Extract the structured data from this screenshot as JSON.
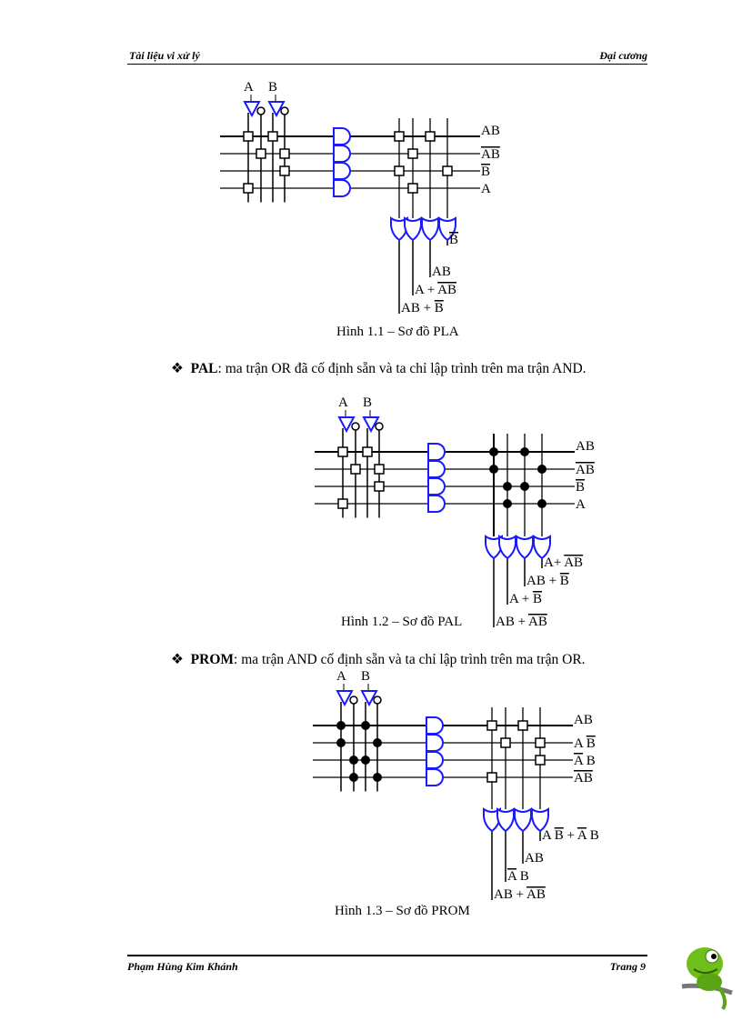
{
  "header": {
    "left": "Tài liệu vi xử lý",
    "right": "Đại cương"
  },
  "footer": {
    "left": "Phạm Hùng Kim Khánh",
    "right": "Trang 9"
  },
  "colors": {
    "gate": "#1a1aff",
    "wire": "#000000"
  },
  "paragraphs": [
    {
      "bullet": "❖",
      "term": "PAL",
      "text": ": ma trận OR đã cố định sẵn và ta chỉ lập trình trên ma trận AND."
    },
    {
      "bullet": "❖",
      "term": "PROM",
      "text": ": ma trận AND cố định sẵn và ta chỉ lập trình trên ma trận OR."
    }
  ],
  "figures": [
    {
      "caption": "Hình 1.1 – Sơ đồ PLA",
      "inputs": [
        "A",
        "B"
      ],
      "and_mark": "square",
      "or_mark": "square",
      "and_connections": [
        [
          1,
          0,
          1,
          0
        ],
        [
          0,
          1,
          0,
          1
        ],
        [
          0,
          0,
          0,
          1
        ],
        [
          1,
          0,
          0,
          0
        ]
      ],
      "or_connections": [
        [
          1,
          0,
          1,
          0
        ],
        [
          0,
          1,
          0,
          0
        ],
        [
          1,
          0,
          0,
          1
        ],
        [
          0,
          1,
          0,
          0
        ]
      ],
      "row_labels": [
        [
          {
            "t": "AB",
            "o": false
          }
        ],
        [
          {
            "t": "AB",
            "o": true
          }
        ],
        [
          {
            "t": "B",
            "o": true
          }
        ],
        [
          {
            "t": "A",
            "o": false
          }
        ]
      ],
      "output_labels": [
        [
          {
            "t": "AB + ",
            "o": false
          },
          {
            "t": "B",
            "o": true
          }
        ],
        [
          {
            "t": "A + ",
            "o": false
          },
          {
            "t": "AB",
            "o": true
          }
        ],
        [
          {
            "t": "AB",
            "o": false
          }
        ],
        [
          {
            "t": "B",
            "o": true
          }
        ]
      ]
    },
    {
      "caption": "Hình 1.2 – Sơ đồ PAL",
      "inputs": [
        "A",
        "B"
      ],
      "and_mark": "square",
      "or_mark": "dot",
      "and_connections": [
        [
          1,
          0,
          1,
          0
        ],
        [
          0,
          1,
          0,
          1
        ],
        [
          0,
          0,
          0,
          1
        ],
        [
          1,
          0,
          0,
          0
        ]
      ],
      "or_connections": [
        [
          1,
          0,
          1,
          0
        ],
        [
          1,
          0,
          0,
          1
        ],
        [
          0,
          1,
          1,
          0
        ],
        [
          0,
          1,
          0,
          1
        ]
      ],
      "row_labels": [
        [
          {
            "t": "AB",
            "o": false
          }
        ],
        [
          {
            "t": "AB",
            "o": true
          }
        ],
        [
          {
            "t": "B",
            "o": true
          }
        ],
        [
          {
            "t": "A",
            "o": false
          }
        ]
      ],
      "output_labels": [
        [
          {
            "t": "AB + ",
            "o": false
          },
          {
            "t": "AB",
            "o": true
          }
        ],
        [
          {
            "t": "A + ",
            "o": false
          },
          {
            "t": "B",
            "o": true
          }
        ],
        [
          {
            "t": "AB + ",
            "o": false
          },
          {
            "t": "B",
            "o": true
          }
        ],
        [
          {
            "t": "A+ ",
            "o": false
          },
          {
            "t": "AB",
            "o": true
          }
        ]
      ]
    },
    {
      "caption": "Hình 1.3 – Sơ đồ PROM",
      "inputs": [
        "A",
        "B"
      ],
      "and_mark": "dot",
      "or_mark": "square",
      "and_connections": [
        [
          1,
          0,
          1,
          0
        ],
        [
          1,
          0,
          0,
          1
        ],
        [
          0,
          1,
          1,
          0
        ],
        [
          0,
          1,
          0,
          1
        ]
      ],
      "or_connections": [
        [
          1,
          0,
          1,
          0
        ],
        [
          0,
          1,
          0,
          1
        ],
        [
          0,
          0,
          0,
          1
        ],
        [
          1,
          0,
          0,
          0
        ]
      ],
      "row_labels": [
        [
          {
            "t": "AB",
            "o": false
          }
        ],
        [
          {
            "t": "A ",
            "o": false
          },
          {
            "t": "B",
            "o": true
          }
        ],
        [
          {
            "t": "A",
            "o": true
          },
          {
            "t": " B",
            "o": false
          }
        ],
        [
          {
            "t": "AB",
            "o": true
          }
        ]
      ],
      "output_labels": [
        [
          {
            "t": "AB + ",
            "o": false
          },
          {
            "t": "AB",
            "o": true
          }
        ],
        [
          {
            "t": "A",
            "o": true
          },
          {
            "t": " B",
            "o": false
          }
        ],
        [
          {
            "t": "AB",
            "o": false
          }
        ],
        [
          {
            "t": "A ",
            "o": false
          },
          {
            "t": "B",
            "o": true
          },
          {
            "t": " + ",
            "o": false
          },
          {
            "t": "A",
            "o": true
          },
          {
            "t": " B",
            "o": false
          }
        ]
      ]
    }
  ]
}
